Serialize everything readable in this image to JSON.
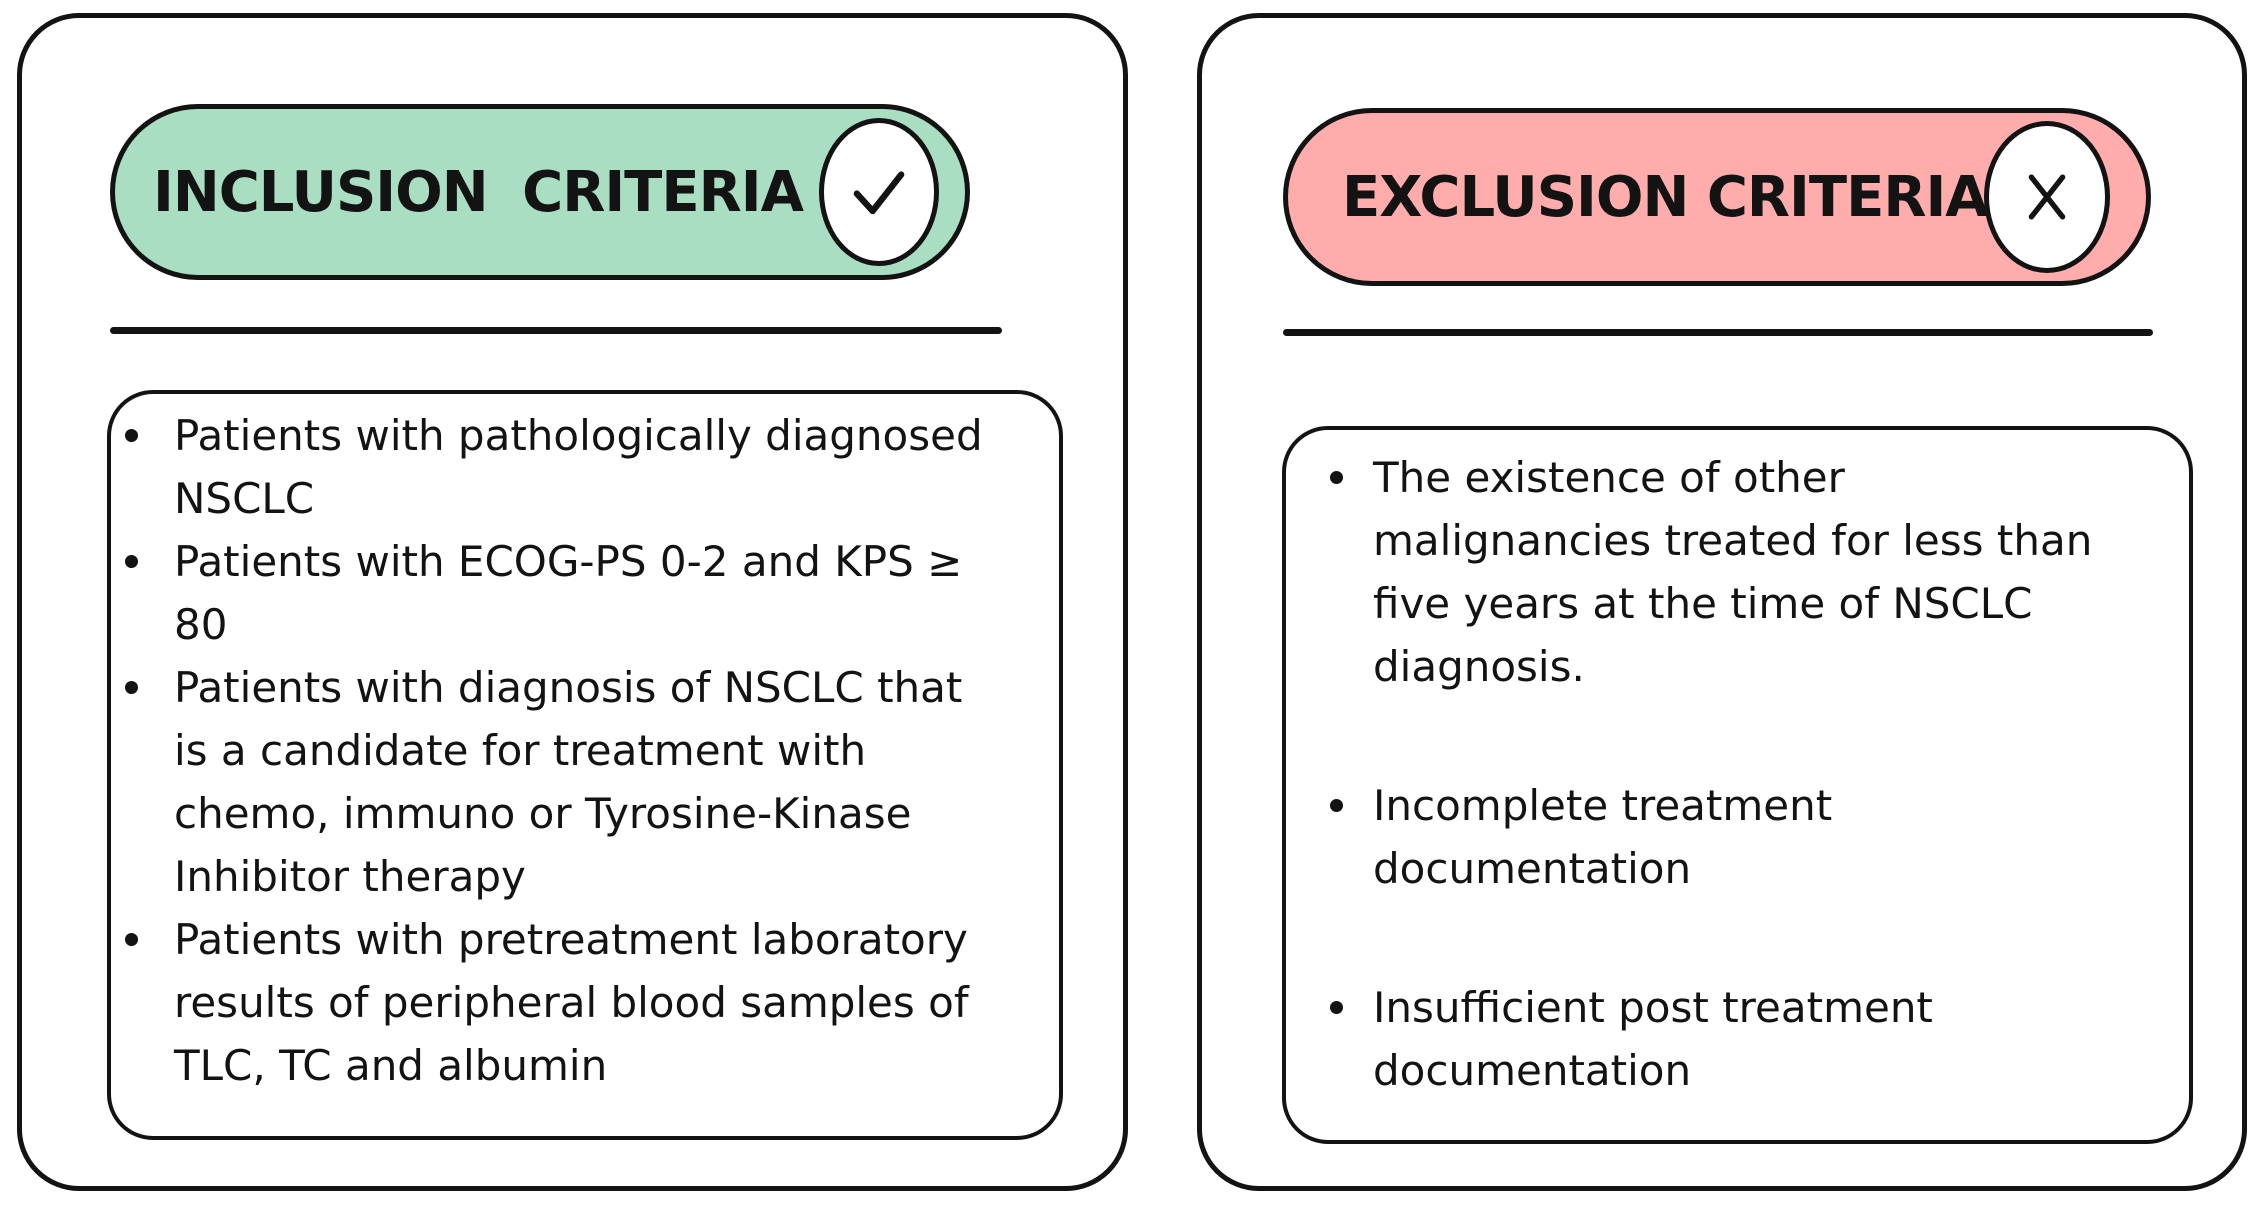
{
  "page": {
    "background_color": "#ffffff",
    "text_color": "#131313",
    "border_color": "#131313"
  },
  "panels": [
    {
      "title": "INCLUSION CRITERIA",
      "icon": "check-icon",
      "accent_color": "#a9dec3",
      "items": [
        "Patients with pathologically diagnosed NSCLC",
        "Patients with ECOG-PS 0-2 and KPS ≥ 80",
        "Patients with diagnosis of NSCLC that is a candidate for treatment with chemo, immuno or Tyrosine-Kinase Inhibitor therapy",
        "Patients with pretreatment laboratory results of peripheral blood samples of TLC, TC and albumin"
      ]
    },
    {
      "title": "EXCLUSION CRITERIA",
      "icon": "x-icon",
      "accent_color": "#ffacac",
      "items": [
        "The existence of other malignancies treated for less than five years at the time of NSCLC diagnosis.",
        "Incomplete treatment documentation",
        "Insufficient post treatment documentation"
      ]
    }
  ]
}
